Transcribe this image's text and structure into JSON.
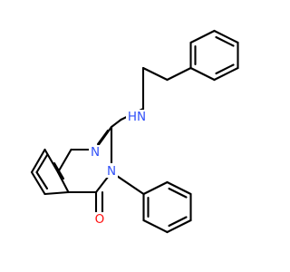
{
  "molecule": {
    "colors": {
      "bond": "#000000",
      "N": "#3050F8",
      "O": "#FF0D0D"
    },
    "atoms": {
      "n_ring1": "N",
      "n_ring3": "N",
      "nh": "HN",
      "oxygen": "O"
    }
  }
}
